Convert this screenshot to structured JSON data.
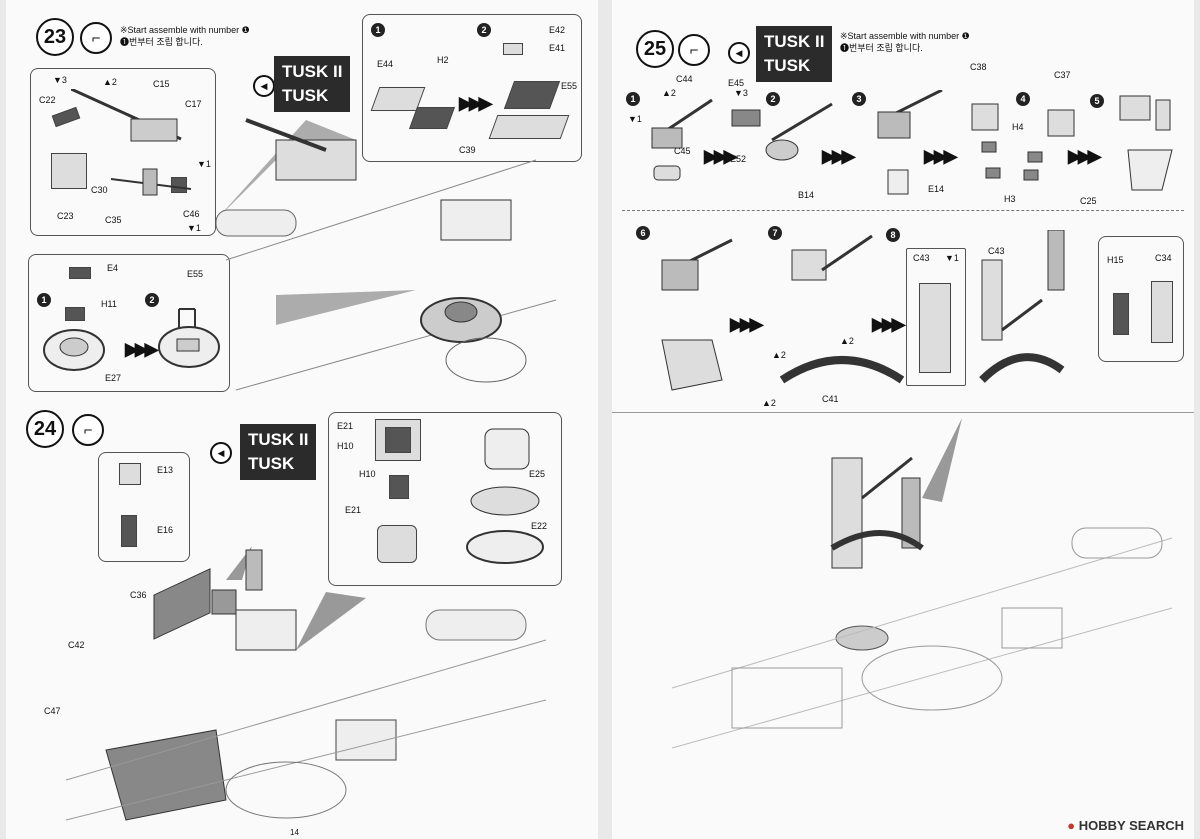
{
  "step23": {
    "number": "23",
    "note_en": "※Start assemble with number ❶",
    "note_ko": "❶번부터 조립 합니다.",
    "tag_line1": "TUSK II",
    "tag_line2": "TUSK",
    "parts_box1": [
      "C22",
      "C15",
      "C17",
      "C30",
      "C23",
      "C35",
      "C46"
    ],
    "parts_box1_marks": [
      "3",
      "2",
      "1",
      "1"
    ],
    "parts_box2": [
      "E42",
      "E41",
      "E44",
      "H2",
      "E55",
      "C39"
    ],
    "sub_labels": [
      "1",
      "2"
    ],
    "parts_box3": [
      "E4",
      "E55",
      "H11",
      "E27"
    ]
  },
  "step24": {
    "number": "24",
    "tag_line1": "TUSK II",
    "tag_line2": "TUSK",
    "parts_box1": [
      "E13",
      "E16"
    ],
    "parts_main": [
      "C36",
      "C42",
      "C47"
    ],
    "parts_box2": [
      "E21",
      "H10",
      "H10",
      "E21",
      "E25",
      "E22"
    ]
  },
  "step25": {
    "number": "25",
    "note_en": "※Start assemble with number ❶",
    "note_ko": "❶번부터 조립 합니다.",
    "tag_line1": "TUSK II",
    "tag_line2": "TUSK",
    "row1_subs": [
      "1",
      "2",
      "3",
      "4",
      "5"
    ],
    "row1_parts": [
      "C44",
      "C45",
      "E45",
      "E52",
      "B14",
      "E14",
      "C38",
      "C37",
      "H4",
      "H3",
      "C25"
    ],
    "row1_marks": [
      "2",
      "1",
      "3"
    ],
    "row2_subs": [
      "6",
      "7",
      "8"
    ],
    "row2_parts": [
      "C43",
      "C43",
      "C41",
      "H15",
      "C34"
    ],
    "row2_marks": [
      "1",
      "2",
      "2",
      "2"
    ]
  },
  "footer": {
    "page_number": "14",
    "watermark_brand": "HOBBY",
    "watermark_word": "SEARCH"
  }
}
